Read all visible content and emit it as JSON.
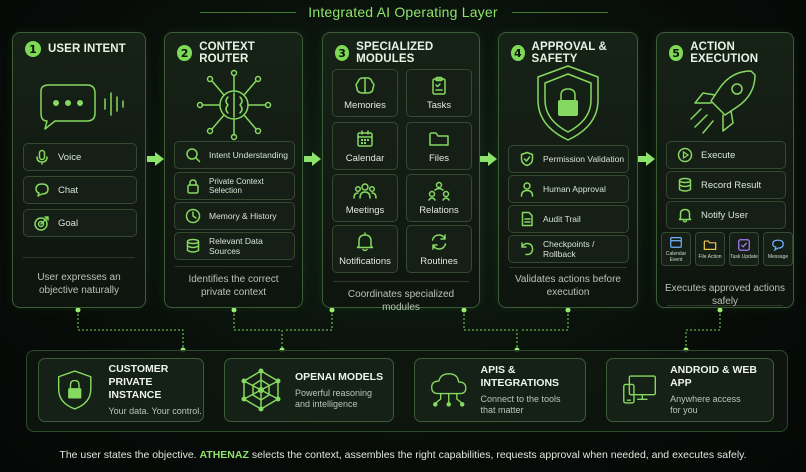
{
  "title": "Integrated AI Operating Layer",
  "accent_color": "#7ed957",
  "stages": [
    {
      "number": "1",
      "title": "USER INTENT",
      "items": [
        "Voice",
        "Chat",
        "Goal"
      ],
      "description": "User expresses an objective naturally"
    },
    {
      "number": "2",
      "title": "CONTEXT ROUTER",
      "items": [
        "Intent Understanding",
        "Private Context Selection",
        "Memory & History",
        "Relevant Data Sources"
      ],
      "description": "Identifies the correct private context"
    },
    {
      "number": "3",
      "title": "SPECIALIZED MODULES",
      "modules": [
        "Memories",
        "Tasks",
        "Calendar",
        "Files",
        "Meetings",
        "Relations",
        "Notifications",
        "Routines"
      ],
      "description": "Coordinates specialized modules"
    },
    {
      "number": "4",
      "title": "APPROVAL & SAFETY",
      "items": [
        "Permission Validation",
        "Human Approval",
        "Audit Trail",
        "Checkpoints / Rollback"
      ],
      "description": "Validates actions before execution"
    },
    {
      "number": "5",
      "title": "ACTION EXECUTION",
      "items": [
        "Execute",
        "Record Result",
        "Notify User"
      ],
      "mini": [
        "Calendar Event",
        "File Action",
        "Task Update",
        "Message"
      ],
      "description": "Executes approved actions safely"
    }
  ],
  "foundation": [
    {
      "title": "CUSTOMER PRIVATE INSTANCE",
      "subtitle": "Your data. Your control."
    },
    {
      "title": "OPENAI MODELS",
      "subtitle": "Powerful reasoning and intelligence"
    },
    {
      "title": "APIS & INTEGRATIONS",
      "subtitle": "Connect to the tools that matter"
    },
    {
      "title": "ANDROID & WEB APP",
      "subtitle": "Anywhere access for you"
    }
  ],
  "footer": {
    "before": "The user states the objective.",
    "brand": "ATHENAZ",
    "after": "selects the context, assembles the right capabilities, requests approval when needed, and executes safely."
  },
  "icons": [
    "chat-bubble-icon",
    "soundwave-icon",
    "brain-network-icon",
    "shield-check-icon",
    "rocket-icon",
    "microphone-icon",
    "chat-icon",
    "target-icon",
    "search-icon",
    "lock-icon",
    "clock-icon",
    "database-icon",
    "brain-icon",
    "clipboard-icon",
    "calendar-icon",
    "folder-icon",
    "people-icon",
    "bell-icon",
    "refresh-icon",
    "person-icon",
    "document-icon",
    "undo-icon",
    "play-icon",
    "checkbox-icon",
    "message-icon",
    "shield-lock-icon",
    "network-icon",
    "cloud-icon",
    "devices-icon"
  ]
}
